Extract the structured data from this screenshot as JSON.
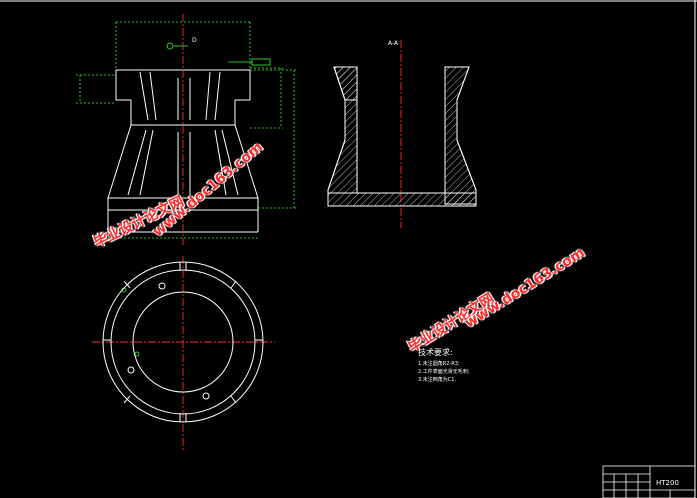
{
  "drawing": {
    "section_label": "A-A",
    "dim_small": "D",
    "material": "HT200"
  },
  "tech_notes": {
    "title": "技术要求:",
    "items": [
      "1.未注圆角R2-R3;",
      "2.工件表面光滑无毛刺;",
      "3.未注倒角为C1."
    ]
  },
  "watermarks": {
    "site_name": "毕业设计论文网",
    "url": "www.doc163.com"
  },
  "colors": {
    "background": "#000000",
    "lines": "#ffffff",
    "centerline": "#ff2a2a",
    "dimensions": "#33ff33",
    "watermark": "#ff2a2a"
  }
}
